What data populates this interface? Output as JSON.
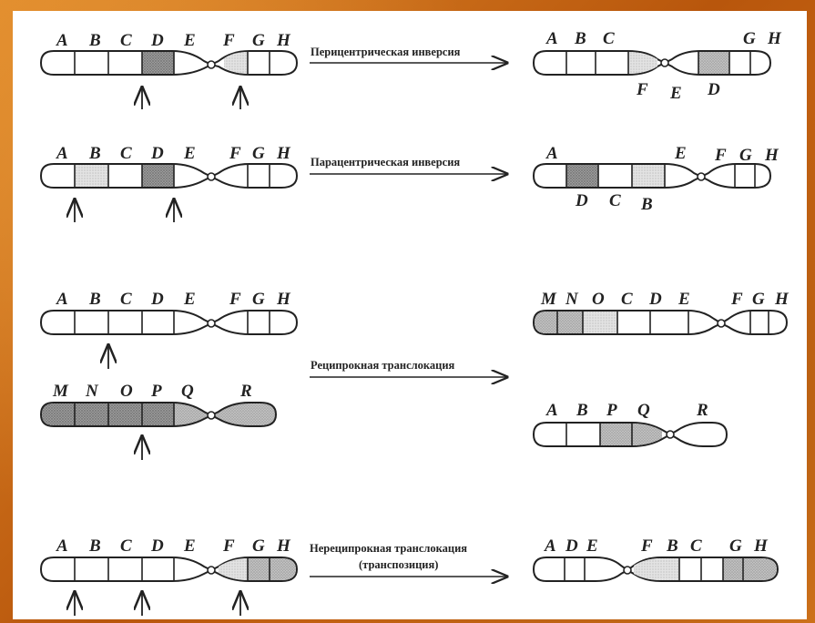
{
  "rows": [
    {
      "label": "Перицентрическая инверсия",
      "before": [
        "A",
        "B",
        "C",
        "D",
        "E",
        "F",
        "G",
        "H"
      ],
      "after_top": [
        "A",
        "B",
        "C",
        "G",
        "H"
      ],
      "after_bottom": [
        "F",
        "E",
        "D"
      ]
    },
    {
      "label": "Парацентрическая инверсия",
      "before": [
        "A",
        "B",
        "C",
        "D",
        "E",
        "F",
        "G",
        "H"
      ],
      "after_top": [
        "A",
        "E",
        "F",
        "G",
        "H"
      ],
      "after_bottom": [
        "D",
        "C",
        "B"
      ]
    },
    {
      "label": "Реципрокная транслокация",
      "before": [
        "A",
        "B",
        "C",
        "D",
        "E",
        "F",
        "G",
        "H"
      ],
      "before2": [
        "M",
        "N",
        "O",
        "P",
        "Q",
        "R"
      ],
      "after": [
        "M",
        "N",
        "O",
        "C",
        "D",
        "E",
        "F",
        "G",
        "H"
      ],
      "after2": [
        "A",
        "B",
        "P",
        "Q",
        "R"
      ]
    },
    {
      "label": "Нереципрокная транслокация",
      "label2": "(транспозиция)",
      "before": [
        "A",
        "B",
        "C",
        "D",
        "E",
        "F",
        "G",
        "H"
      ],
      "after": [
        "A",
        "D",
        "E",
        "F",
        "B",
        "C",
        "G",
        "H"
      ]
    }
  ],
  "colors": {
    "background": "#c96a12",
    "panel": "#ffffff",
    "shade_dark": "#8a8a8a",
    "shade_light": "#d9d9d9",
    "shade_mid": "#b5b5b5"
  }
}
